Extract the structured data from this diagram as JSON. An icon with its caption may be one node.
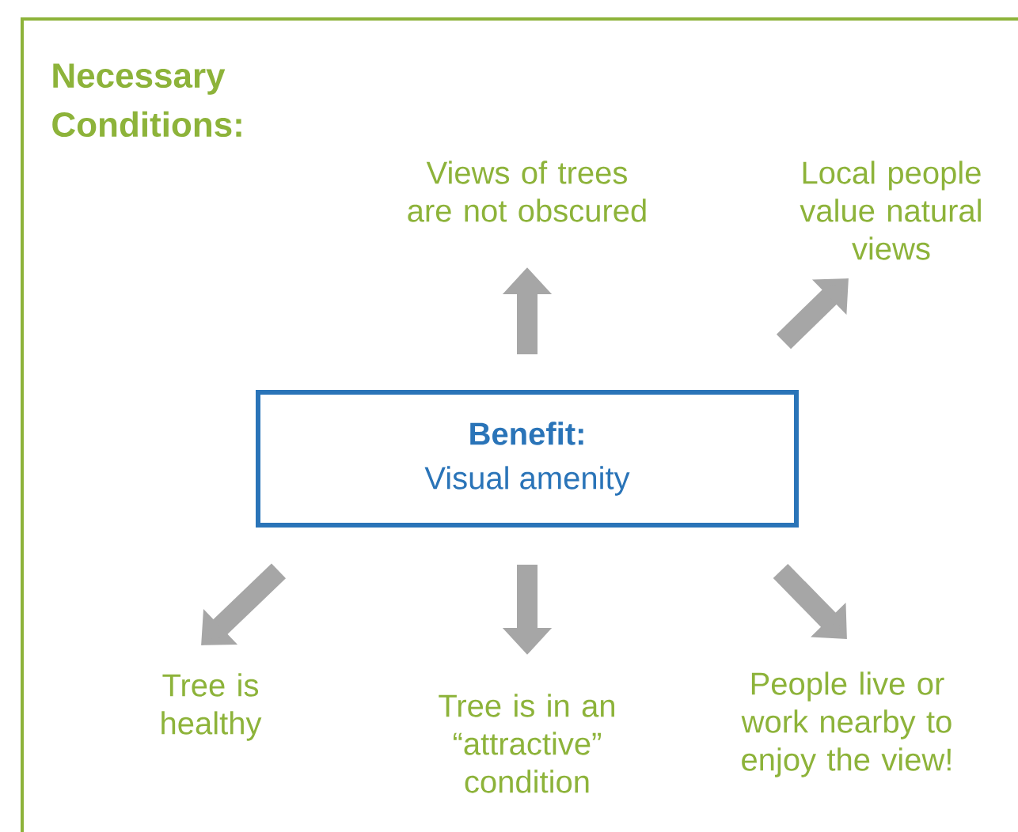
{
  "diagram": {
    "title": "Necessary Conditions:",
    "nodes": [
      {
        "text": [
          "Benefit:",
          "Visual amenity"
        ]
      },
      {
        "text": [
          "Views of trees are not obscured"
        ]
      },
      {
        "text": [
          "Local people value natural views"
        ]
      },
      {
        "text": [
          "Tree is healthy"
        ]
      },
      {
        "text": [
          "Tree is in an “attractive” condition"
        ]
      },
      {
        "text": [
          "People live or work nearby to enjoy the view!"
        ]
      }
    ],
    "edges": [
      {
        "from": 0,
        "to": 1,
        "arrow": "to"
      },
      {
        "from": 0,
        "to": 2,
        "arrow": "to"
      },
      {
        "from": 0,
        "to": 3,
        "arrow": "to"
      },
      {
        "from": 0,
        "to": 4,
        "arrow": "to"
      },
      {
        "from": 0,
        "to": 5,
        "arrow": "to"
      }
    ]
  }
}
